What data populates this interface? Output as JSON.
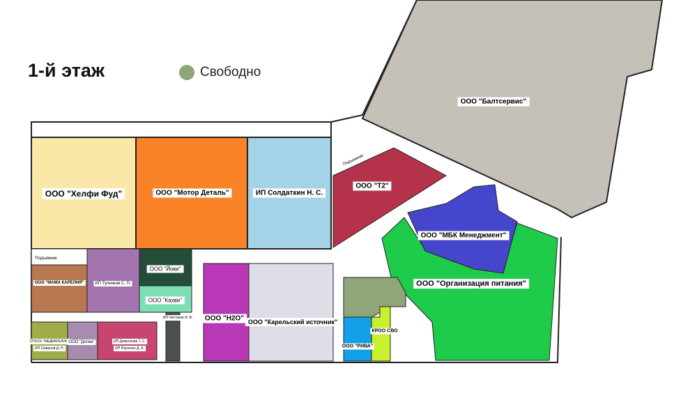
{
  "title": "1-й этаж",
  "legend": {
    "free_label": "Свободно",
    "free_color": "#8fa57a"
  },
  "tenants": {
    "baltservis": "ООО \"Балтсервис\"",
    "helfi": "ООО \"Хелфи Фуд\"",
    "motor": "ООО \"Мотор Деталь\"",
    "soldatkin": "ИП Солдаткин Н. С.",
    "t2": "ООО \"Т2\"",
    "mbk": "ООО \"МБК Менеджмент\"",
    "org_pitaniya": "ООО \"Организация питания\"",
    "mama_karelia": "ООО \"МАМА КАРЕЛИЯ\"",
    "tulenkov": "ИП Туленков С. П.",
    "yoki": "ООО \"Йоки\"",
    "kahvi": "ООО \"Кахви\"",
    "chistyakov": "ИП Чистяков Я. В.",
    "h2o": "ООО \"Н2О\"",
    "karelsky": "ООО \"Карельский источник\"",
    "medkarelia": "СПОСК \"МЕДКАРЕЛИЯ\"",
    "smirnov": "ИП Смирнов Д. Н.",
    "dogma": "ООО \"Догма\"",
    "demenkova": "ИП Деменкова Т. С.",
    "yurchenko": "ИП Юрченко Д. А.",
    "kroo": "КРОО СВО",
    "riva": "ООО \"РИВА\""
  },
  "labels": {
    "lift": "Подъемник",
    "lift2": "Подъемник"
  }
}
